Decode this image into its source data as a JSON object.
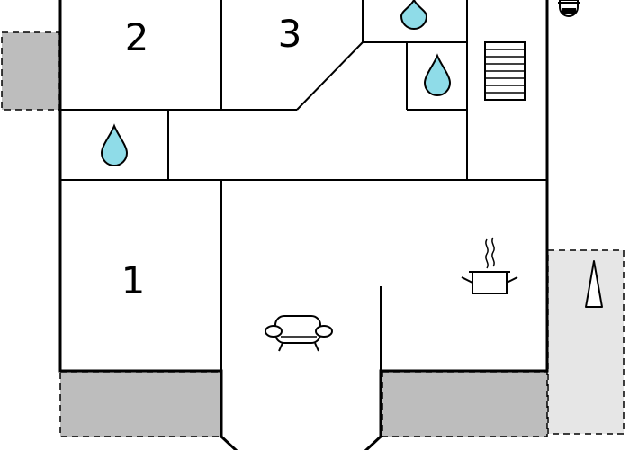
{
  "rooms": {
    "room_1": {
      "label": "1"
    },
    "room_2": {
      "label": "2"
    },
    "room_3": {
      "label": "3"
    }
  },
  "icons": {
    "bathroom_icon": "water-drop-icon",
    "living_icon": "sofa-icon",
    "kitchen_icon": "cooking-pot-icon",
    "stairs_icon": "stairs-icon",
    "tent_icon": "tent-icon",
    "grill_icon": "grill-icon"
  },
  "colors": {
    "water": "#8fdce8",
    "terrace_dark": "#bdbdbd",
    "terrace_light": "#e6e6e6",
    "wall": "#000000"
  }
}
